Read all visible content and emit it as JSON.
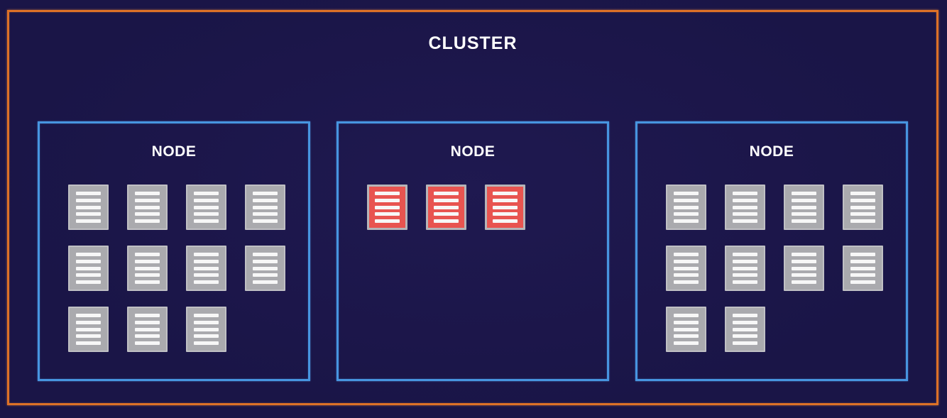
{
  "cluster": {
    "title": "CLUSTER"
  },
  "nodes": [
    {
      "label": "NODE",
      "doc_count": 11,
      "rows": [
        [
          "gray",
          "gray",
          "gray",
          "gray"
        ],
        [
          "gray",
          "gray",
          "gray",
          "gray"
        ],
        [
          "gray",
          "gray",
          "gray"
        ]
      ]
    },
    {
      "label": "NODE",
      "doc_count": 3,
      "rows": [
        [
          "red",
          "red",
          "red"
        ]
      ]
    },
    {
      "label": "NODE",
      "doc_count": 10,
      "rows": [
        [
          "gray",
          "gray",
          "gray",
          "gray"
        ],
        [
          "gray",
          "gray",
          "gray",
          "gray"
        ],
        [
          "gray",
          "gray"
        ]
      ]
    }
  ],
  "icons": {
    "document": "document-icon"
  },
  "colors": {
    "background": "#1a1547",
    "cluster_border": "#dd7127",
    "node_border": "#4795e0",
    "title_text": "#ffffff",
    "doc_gray_fill": "#aaaaae",
    "doc_gray_border": "#c0c0c4",
    "doc_red_fill": "#e85450",
    "doc_red_border": "#b5b5b9",
    "doc_line": "#f7f7f7"
  }
}
